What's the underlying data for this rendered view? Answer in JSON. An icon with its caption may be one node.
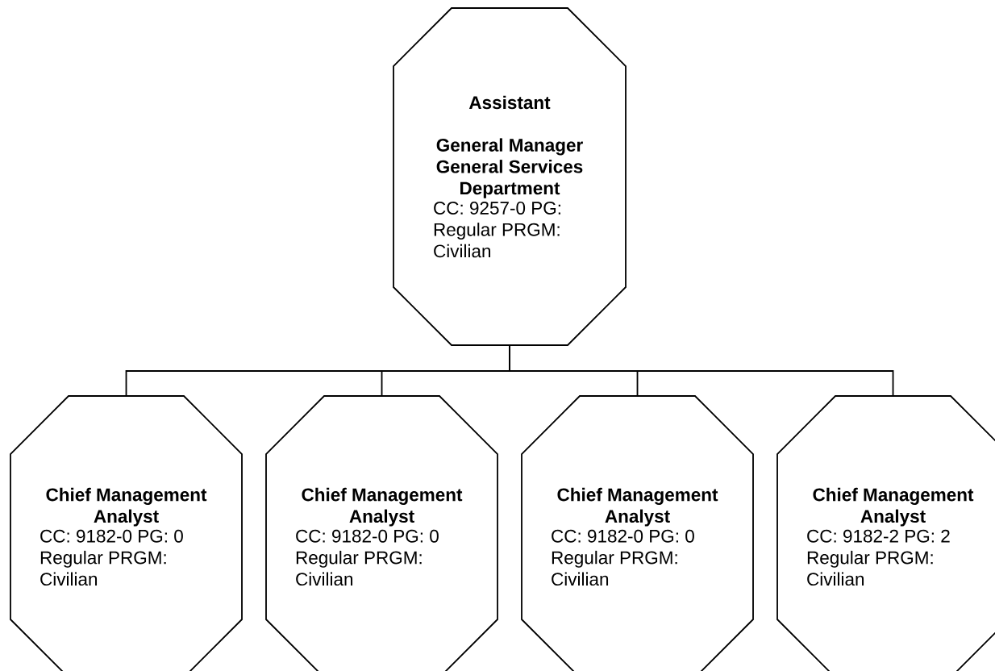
{
  "diagram": {
    "nodes": [
      {
        "text": [
          "Assistant",
          "General Manager General Services Department",
          "CC: 9257-0 PG: Regular PRGM: Civilian"
        ]
      },
      {
        "text": [
          "Chief Management Analyst",
          "CC: 9182-0 PG: 0 Regular PRGM: Civilian"
        ]
      },
      {
        "text": [
          "Chief Management Analyst",
          "CC: 9182-0 PG: 0 Regular PRGM: Civilian"
        ]
      },
      {
        "text": [
          "Chief Management Analyst",
          "CC: 9182-0 PG: 0 Regular PRGM: Civilian"
        ]
      },
      {
        "text": [
          "Chief Management Analyst",
          "CC: 9182-2 PG: 2 Regular PRGM: Civilian"
        ]
      }
    ],
    "edges": [
      {
        "from": 0,
        "to": 1,
        "arrow": "none"
      },
      {
        "from": 0,
        "to": 2,
        "arrow": "none"
      },
      {
        "from": 0,
        "to": 3,
        "arrow": "none"
      },
      {
        "from": 0,
        "to": 4,
        "arrow": "none"
      }
    ]
  }
}
